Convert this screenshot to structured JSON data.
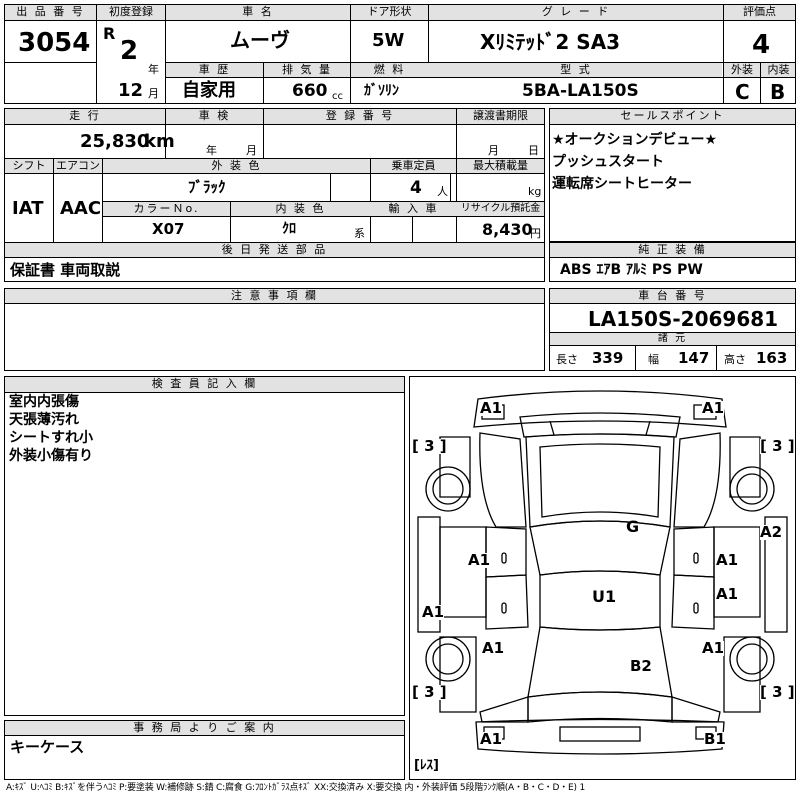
{
  "top": {
    "lot_label": "出 品 番 号",
    "lot_number": "3054",
    "first_reg_label": "初度登録",
    "era": "R",
    "year_num": "2",
    "year_unit": "年",
    "month_num": "12",
    "month_unit": "月",
    "car_name_label": "車 名",
    "car_name": "ムーヴ",
    "door_label": "ドア形状",
    "door": "5W",
    "grade_label": "グ レ ー ド",
    "grade": "Xﾘﾐﾃｯﾄﾞ2 SA3",
    "score_label": "評価点",
    "score": "4",
    "history_label": "車 歴",
    "history": "自家用",
    "displacement_label": "排 気 量",
    "displacement": "660",
    "displacement_unit": "cc",
    "fuel_label": "燃 料",
    "fuel": "ｶﾞｿﾘﾝ",
    "model_label": "型 式",
    "model": "5BA-LA150S",
    "exterior_label": "外装",
    "exterior_grade": "C",
    "interior_label": "内装",
    "interior_grade": "B"
  },
  "mid": {
    "mileage_label": "走 行",
    "mileage": "25,830",
    "mileage_unit": "km",
    "inspection_label": "車 検",
    "inspection_year_unit": "年",
    "inspection_month_unit": "月",
    "reg_no_label": "登 録 番 号",
    "transfer_label": "譲渡書期限",
    "transfer_month_unit": "月",
    "transfer_day_unit": "日",
    "shift_label": "シフト",
    "shift": "IAT",
    "ac_label": "エアコン",
    "ac": "AAC",
    "ext_color_label": "外 装 色",
    "ext_color": "ﾌﾞﾗｯｸ",
    "capacity_label": "乗車定員",
    "capacity": "4",
    "capacity_unit": "人",
    "max_load_label": "最大積載量",
    "max_load_unit": "kg",
    "color_no_label": "カラーＮo.",
    "color_no": "X07",
    "int_color_label": "内 装 色",
    "int_color": "ｸﾛ",
    "int_color_unit": "系",
    "import_label": "輸 入 車",
    "recycle_label": "リサイクル預託金",
    "recycle": "8,430",
    "recycle_unit": "円",
    "later_parts_label": "後 日 発 送 部 品",
    "later_parts": "保証書 車両取説"
  },
  "sales": {
    "label": "セールスポイント",
    "lines": [
      "★オークションデビュー★",
      "プッシュスタート",
      "運転席シートヒーター"
    ]
  },
  "equipment": {
    "label": "純 正 装 備",
    "value": "ABS ｴｱB ｱﾙﾐ PS PW"
  },
  "chassis": {
    "label": "車 台 番 号",
    "value": "LA150S-2069681",
    "spec_label": "諸 元",
    "length_label": "長さ",
    "length": "339",
    "width_label": "幅",
    "width": "147",
    "height_label": "高さ",
    "height": "163"
  },
  "notes": {
    "label": "注 意 事 項 欄"
  },
  "inspector": {
    "label": "検 査 員 記 入 欄",
    "lines": [
      "室内内張傷",
      "天張薄汚れ",
      "シートすれ小",
      "外装小傷有り"
    ]
  },
  "office": {
    "label": "事 務 局 よ り ご 案 内",
    "value": "キーケース"
  },
  "diagram": {
    "marks": {
      "front_left": "A1",
      "front_right": "A1",
      "tire_fl": "[ 3 ]",
      "tire_fr": "[ 3 ]",
      "hood": "G",
      "fender_right": "A2",
      "door_fl": "A1",
      "door_fr": "A1",
      "door_rr_upper": "A1",
      "sill_left": "A1",
      "roof": "U1",
      "quarter_left": "A1",
      "quarter_right": "A1",
      "trunk": "B2",
      "tire_rl": "[ 3 ]",
      "tire_rr": "[ 3 ]",
      "rear_left": "A1",
      "rear_right": "B1",
      "spare": "[ﾚｽ]"
    }
  },
  "legend": "A:ｷｽﾞ U:ﾍｺﾐ B:ｷｽﾞを伴うﾍｺﾐ P:要塗装 W:補修跡 S:錆 C:腐食 G:ﾌﾛﾝﾄｶﾞﾗｽ点ｷｽﾞ XX:交換済み X:要交換 内・外装評価 5段階ﾗﾝｸ順(A・B・C・D・E) 1"
}
